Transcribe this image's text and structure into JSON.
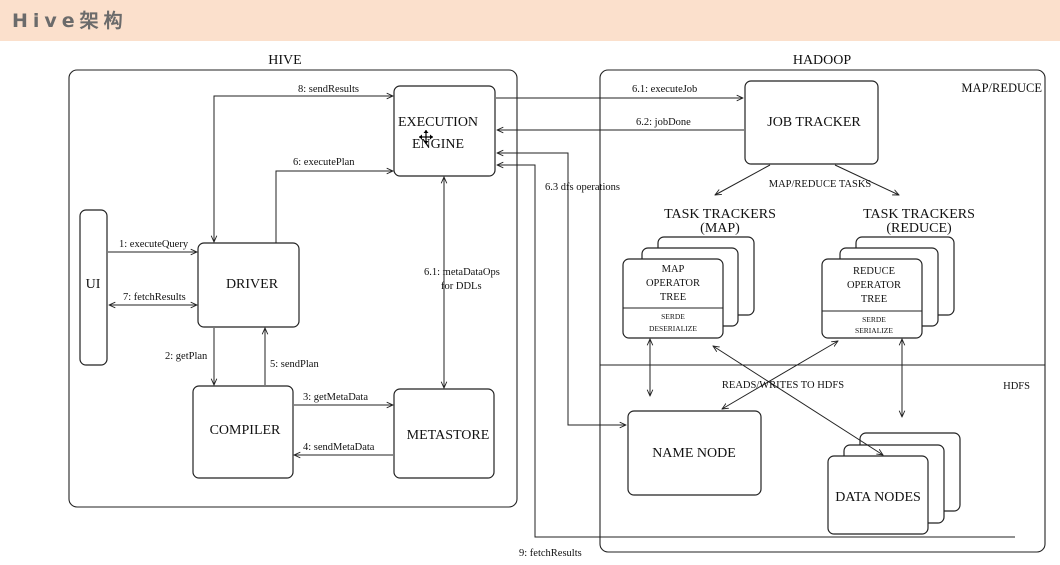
{
  "header": {
    "title": "Hive架构"
  },
  "diagram": {
    "hive_label": "HIVE",
    "hadoop_label": "HADOOP",
    "mapreduce_label": "MAP/REDUCE",
    "hdfs_label": "HDFS",
    "nodes": {
      "ui": "UI",
      "driver": "DRIVER",
      "compiler": "COMPILER",
      "metastore": "METASTORE",
      "execution_line1": "EXECUTION",
      "execution_line2": "ENGINE",
      "job_tracker": "JOB TRACKER",
      "tt_map_title1": "TASK TRACKERS",
      "tt_map_title2": "(MAP)",
      "tt_reduce_title1": "TASK TRACKERS",
      "tt_reduce_title2": "(REDUCE)",
      "map_tree1": "MAP",
      "map_tree2": "OPERATOR",
      "map_tree3": "TREE",
      "map_serde": "SERDE",
      "map_deserialize": "DESERIALIZE",
      "reduce_tree1": "REDUCE",
      "reduce_tree2": "OPERATOR",
      "reduce_tree3": "TREE",
      "reduce_serde": "SERDE",
      "reduce_serialize": "SERIALIZE",
      "name_node": "NAME NODE",
      "data_nodes": "DATA NODES"
    },
    "edges": {
      "execute_query": "1: executeQuery",
      "get_plan": "2: getPlan",
      "get_metadata": "3: getMetaData",
      "send_metadata": "4: sendMetaData",
      "send_plan": "5: sendPlan",
      "execute_plan": "6: executePlan",
      "execute_job": "6.1: executeJob",
      "job_done": "6.2: jobDone",
      "dfs_ops": "6.3 dfs operations",
      "metadata_ops1": "6.1: metaDataOps",
      "metadata_ops2": "for DDLs",
      "fetch_results_ui": "7: fetchResults",
      "send_results": "8: sendResults",
      "fetch_results_hdfs": "9: fetchResults",
      "mr_tasks": "MAP/REDUCE TASKS",
      "reads_writes": "READS/WRITES TO HDFS"
    }
  }
}
